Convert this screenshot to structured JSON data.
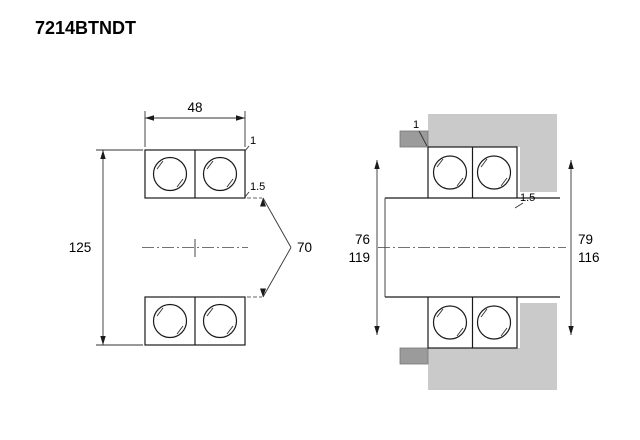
{
  "title": "7214BTNDT",
  "colors": {
    "ring_fill": "#e2512c",
    "housing_fill": "#cacaca",
    "shoulder_fill": "#9b9b9b",
    "ball_fill": "#ffffff",
    "outline": "#1a1a1a"
  },
  "section_view": {
    "width_dim": "48",
    "outer_diameter_dim": "125",
    "bore_dim": "70",
    "outer_ring_chamfer": "1",
    "inner_ring_chamfer": "1.5"
  },
  "mounting_view": {
    "shaft_abutment_left": "76",
    "housing_abutment_left": "119",
    "shaft_abutment_right": "79",
    "housing_abutment_right": "116",
    "fillet_radius": "1",
    "inner_ring_chamfer": "1.5"
  }
}
